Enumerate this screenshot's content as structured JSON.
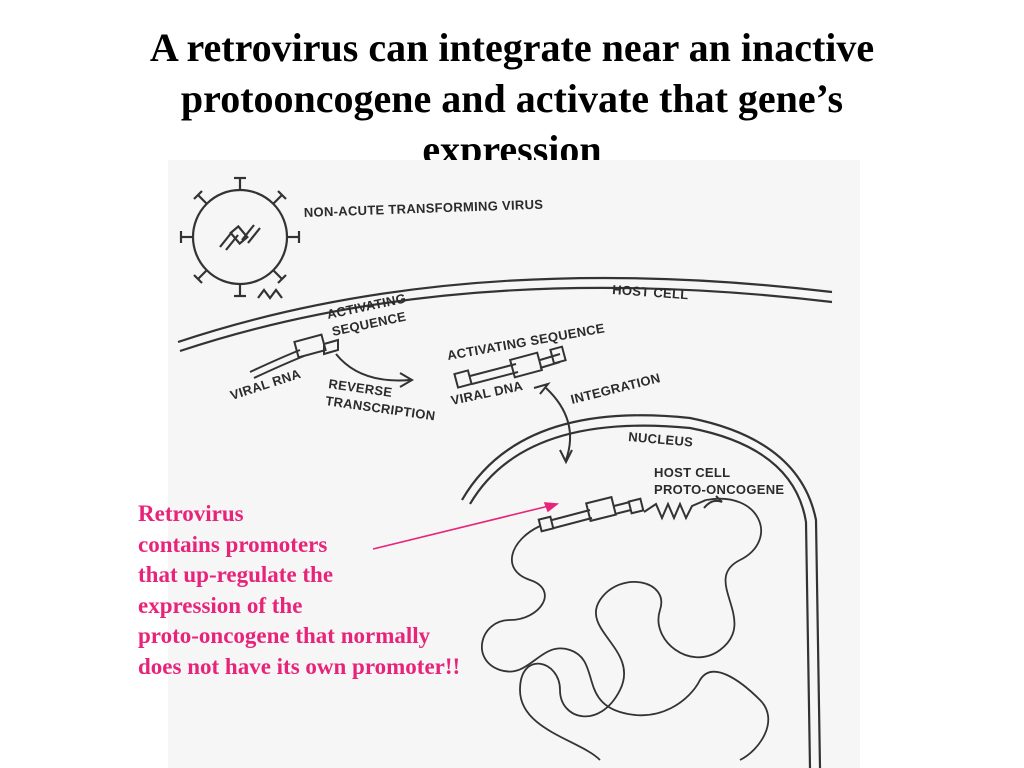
{
  "slide": {
    "title": "A retrovirus can integrate near an inactive\nprotooncogene and activate that gene’s\nexpression",
    "annotation": "Retrovirus\ncontains promoters\nthat up-regulate the\nexpression of the\nproto-oncogene that normally\ndoes not have its own promoter!!",
    "annotation_color": "#e8247a"
  },
  "diagram": {
    "labels": {
      "virus": "NON-ACUTE TRANSFORMING VIRUS",
      "host_cell": "HOST CELL",
      "activating_1": "ACTIVATING",
      "activating_2": "SEQUENCE",
      "viral_rna": "VIRAL RNA",
      "reverse": "REVERSE",
      "transcription": "TRANSCRIPTION",
      "activating_sequence": "ACTIVATING SEQUENCE",
      "viral_dna": "VIRAL DNA",
      "integration": "INTEGRATION",
      "nucleus": "NUCLEUS",
      "host_cell_2": "HOST CELL",
      "proto_oncogene": "PROTO-ONCOGENE"
    }
  }
}
